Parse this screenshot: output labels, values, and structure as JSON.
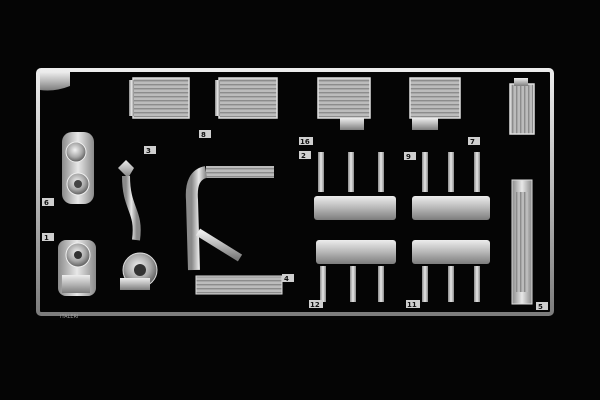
{
  "photo": {
    "background": "#050505",
    "plastic": "#c9c9c9"
  },
  "labels": {
    "a": "8",
    "b": "16",
    "c": "2",
    "d": "3",
    "e": "9",
    "f": "7",
    "g": "1",
    "h": "5",
    "i": "4",
    "j": "12",
    "k": "11",
    "l": "6"
  },
  "sprue_text": "ITALERI"
}
